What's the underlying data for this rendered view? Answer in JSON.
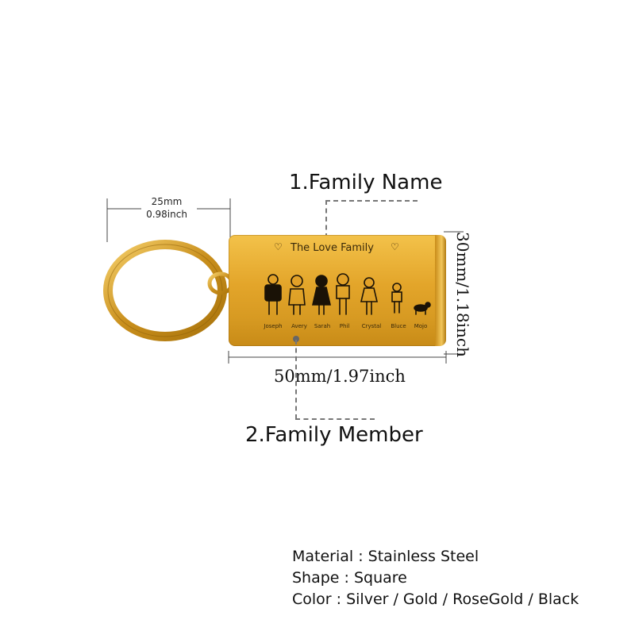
{
  "callouts": {
    "family_name": "1.Family Name",
    "family_member": "2.Family Member"
  },
  "dimensions": {
    "ring_mm": "25mm",
    "ring_inch": "0.98inch",
    "width": "50mm/1.97inch",
    "height": "30mm/1.18inch"
  },
  "tag": {
    "title": "The Love Family",
    "members": [
      "Joseph",
      "Avery",
      "Sarah",
      "Phil",
      "Crystal",
      "Bluce",
      "Mojo"
    ]
  },
  "specs": {
    "material": "Material : Stainless Steel",
    "shape": "Shape : Square",
    "color": "Color : Silver / Gold / RoseGold / Black"
  },
  "colors": {
    "tag_gold": "#e3a52a",
    "engraving": "#1a1206"
  }
}
